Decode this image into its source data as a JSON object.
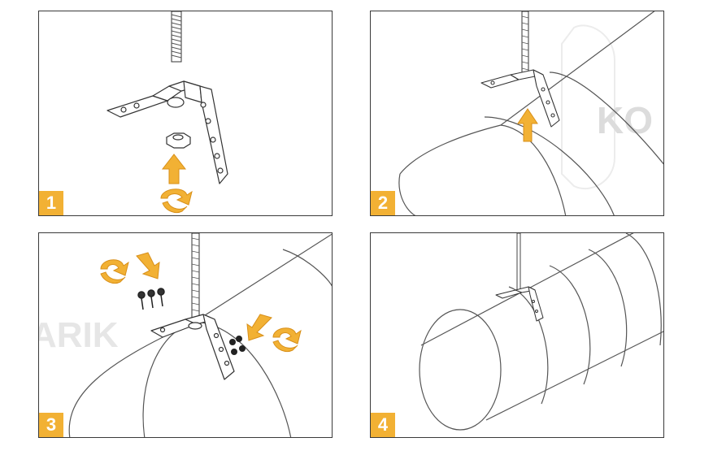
{
  "colors": {
    "accent": "#f2b134",
    "accent_dark": "#d8901a",
    "outline": "#3a3a3a",
    "pipe_line": "#555555",
    "watermark": "#c9c9c9"
  },
  "steps": [
    {
      "number": "1"
    },
    {
      "number": "2"
    },
    {
      "number": "3"
    },
    {
      "number": "4"
    }
  ],
  "watermarks": [
    "KO",
    "ARIK"
  ]
}
